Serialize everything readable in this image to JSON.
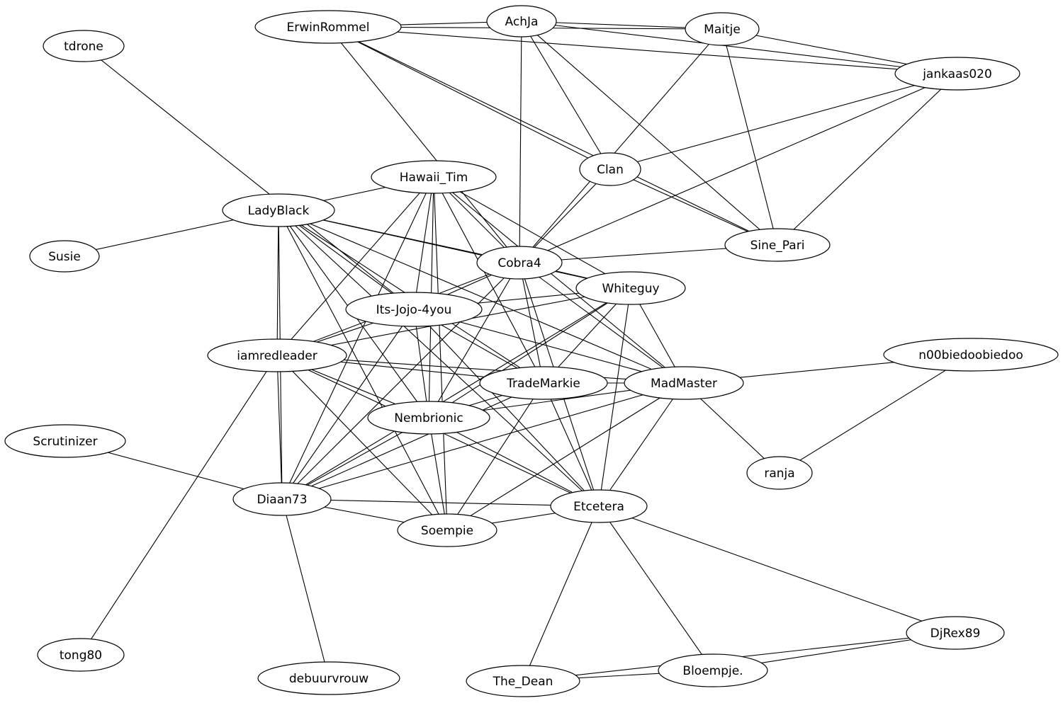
{
  "diagram": {
    "nodes": [
      {
        "id": "ErwinRommel",
        "label": "ErwinRommel"
      },
      {
        "id": "AchJa",
        "label": "AchJa"
      },
      {
        "id": "Maitje",
        "label": "Maitje"
      },
      {
        "id": "jankaas020",
        "label": "jankaas020"
      },
      {
        "id": "tdrone",
        "label": "tdrone"
      },
      {
        "id": "Clan",
        "label": "Clan"
      },
      {
        "id": "Hawaii_Tim",
        "label": "Hawaii_Tim"
      },
      {
        "id": "LadyBlack",
        "label": "LadyBlack"
      },
      {
        "id": "Sine_Pari",
        "label": "Sine_Pari"
      },
      {
        "id": "Susie",
        "label": "Susie"
      },
      {
        "id": "Cobra4",
        "label": "Cobra4"
      },
      {
        "id": "Whiteguy",
        "label": "Whiteguy"
      },
      {
        "id": "Its-Jojo-4you",
        "label": "Its-Jojo-4you"
      },
      {
        "id": "iamredleader",
        "label": "iamredleader"
      },
      {
        "id": "n00biedoobiedoo",
        "label": "n00biedoobiedoo"
      },
      {
        "id": "TradeMarkie",
        "label": "TradeMarkie"
      },
      {
        "id": "MadMaster",
        "label": "MadMaster"
      },
      {
        "id": "Nembrionic",
        "label": "Nembrionic"
      },
      {
        "id": "Scrutinizer",
        "label": "Scrutinizer"
      },
      {
        "id": "ranja",
        "label": "ranja"
      },
      {
        "id": "Diaan73",
        "label": "Diaan73"
      },
      {
        "id": "Etcetera",
        "label": "Etcetera"
      },
      {
        "id": "Soempie",
        "label": "Soempie"
      },
      {
        "id": "DjRex89",
        "label": "DjRex89"
      },
      {
        "id": "tong80",
        "label": "tong80"
      },
      {
        "id": "debuurvrouw",
        "label": "debuurvrouw"
      },
      {
        "id": "The_Dean",
        "label": "The_Dean"
      },
      {
        "id": "Bloempje.",
        "label": "Bloempje."
      }
    ],
    "edges": [
      [
        "ErwinRommel",
        "AchJa"
      ],
      [
        "ErwinRommel",
        "Maitje"
      ],
      [
        "ErwinRommel",
        "jankaas020"
      ],
      [
        "ErwinRommel",
        "Clan"
      ],
      [
        "ErwinRommel",
        "Sine_Pari"
      ],
      [
        "ErwinRommel",
        "Cobra4"
      ],
      [
        "AchJa",
        "Maitje"
      ],
      [
        "AchJa",
        "jankaas020"
      ],
      [
        "AchJa",
        "Cobra4"
      ],
      [
        "AchJa",
        "Clan"
      ],
      [
        "AchJa",
        "Sine_Pari"
      ],
      [
        "Maitje",
        "jankaas020"
      ],
      [
        "Maitje",
        "Sine_Pari"
      ],
      [
        "Maitje",
        "Cobra4"
      ],
      [
        "jankaas020",
        "Clan"
      ],
      [
        "jankaas020",
        "Cobra4"
      ],
      [
        "jankaas020",
        "Sine_Pari"
      ],
      [
        "tdrone",
        "Its-Jojo-4you"
      ],
      [
        "Clan",
        "Cobra4"
      ],
      [
        "Clan",
        "Sine_Pari"
      ],
      [
        "Hawaii_Tim",
        "LadyBlack"
      ],
      [
        "Hawaii_Tim",
        "Cobra4"
      ],
      [
        "Hawaii_Tim",
        "Whiteguy"
      ],
      [
        "Hawaii_Tim",
        "Its-Jojo-4you"
      ],
      [
        "Hawaii_Tim",
        "iamredleader"
      ],
      [
        "Hawaii_Tim",
        "TradeMarkie"
      ],
      [
        "Hawaii_Tim",
        "MadMaster"
      ],
      [
        "Hawaii_Tim",
        "Nembrionic"
      ],
      [
        "Hawaii_Tim",
        "Diaan73"
      ],
      [
        "Hawaii_Tim",
        "Soempie"
      ],
      [
        "LadyBlack",
        "Susie"
      ],
      [
        "LadyBlack",
        "Cobra4"
      ],
      [
        "LadyBlack",
        "Whiteguy"
      ],
      [
        "LadyBlack",
        "Its-Jojo-4you"
      ],
      [
        "LadyBlack",
        "iamredleader"
      ],
      [
        "LadyBlack",
        "TradeMarkie"
      ],
      [
        "LadyBlack",
        "MadMaster"
      ],
      [
        "LadyBlack",
        "Nembrionic"
      ],
      [
        "LadyBlack",
        "Diaan73"
      ],
      [
        "LadyBlack",
        "Etcetera"
      ],
      [
        "LadyBlack",
        "Soempie"
      ],
      [
        "Sine_Pari",
        "Cobra4"
      ],
      [
        "Cobra4",
        "Whiteguy"
      ],
      [
        "Cobra4",
        "Its-Jojo-4you"
      ],
      [
        "Cobra4",
        "iamredleader"
      ],
      [
        "Cobra4",
        "TradeMarkie"
      ],
      [
        "Cobra4",
        "MadMaster"
      ],
      [
        "Cobra4",
        "Nembrionic"
      ],
      [
        "Cobra4",
        "Diaan73"
      ],
      [
        "Cobra4",
        "Etcetera"
      ],
      [
        "Whiteguy",
        "Its-Jojo-4you"
      ],
      [
        "Whiteguy",
        "iamredleader"
      ],
      [
        "Whiteguy",
        "TradeMarkie"
      ],
      [
        "Whiteguy",
        "MadMaster"
      ],
      [
        "Whiteguy",
        "Nembrionic"
      ],
      [
        "Whiteguy",
        "Diaan73"
      ],
      [
        "Whiteguy",
        "Etcetera"
      ],
      [
        "Its-Jojo-4you",
        "iamredleader"
      ],
      [
        "Its-Jojo-4you",
        "TradeMarkie"
      ],
      [
        "Its-Jojo-4you",
        "MadMaster"
      ],
      [
        "Its-Jojo-4you",
        "Nembrionic"
      ],
      [
        "Its-Jojo-4you",
        "Diaan73"
      ],
      [
        "Its-Jojo-4you",
        "Etcetera"
      ],
      [
        "iamredleader",
        "TradeMarkie"
      ],
      [
        "iamredleader",
        "MadMaster"
      ],
      [
        "iamredleader",
        "Nembrionic"
      ],
      [
        "iamredleader",
        "Diaan73"
      ],
      [
        "iamredleader",
        "Etcetera"
      ],
      [
        "iamredleader",
        "Soempie"
      ],
      [
        "iamredleader",
        "tong80"
      ],
      [
        "n00biedoobiedoo",
        "MadMaster"
      ],
      [
        "n00biedoobiedoo",
        "ranja"
      ],
      [
        "TradeMarkie",
        "MadMaster"
      ],
      [
        "TradeMarkie",
        "Nembrionic"
      ],
      [
        "TradeMarkie",
        "Diaan73"
      ],
      [
        "TradeMarkie",
        "Etcetera"
      ],
      [
        "TradeMarkie",
        "Soempie"
      ],
      [
        "MadMaster",
        "Nembrionic"
      ],
      [
        "MadMaster",
        "Diaan73"
      ],
      [
        "MadMaster",
        "Etcetera"
      ],
      [
        "MadMaster",
        "ranja"
      ],
      [
        "MadMaster",
        "Soempie"
      ],
      [
        "Nembrionic",
        "Diaan73"
      ],
      [
        "Nembrionic",
        "Etcetera"
      ],
      [
        "Nembrionic",
        "Soempie"
      ],
      [
        "Scrutinizer",
        "Diaan73"
      ],
      [
        "Diaan73",
        "Etcetera"
      ],
      [
        "Diaan73",
        "Soempie"
      ],
      [
        "Diaan73",
        "debuurvrouw"
      ],
      [
        "Etcetera",
        "Soempie"
      ],
      [
        "Etcetera",
        "DjRex89"
      ],
      [
        "Etcetera",
        "The_Dean"
      ],
      [
        "Etcetera",
        "Bloempje."
      ],
      [
        "DjRex89",
        "The_Dean"
      ],
      [
        "DjRex89",
        "Bloempje."
      ],
      [
        "The_Dean",
        "Bloempje."
      ]
    ]
  }
}
